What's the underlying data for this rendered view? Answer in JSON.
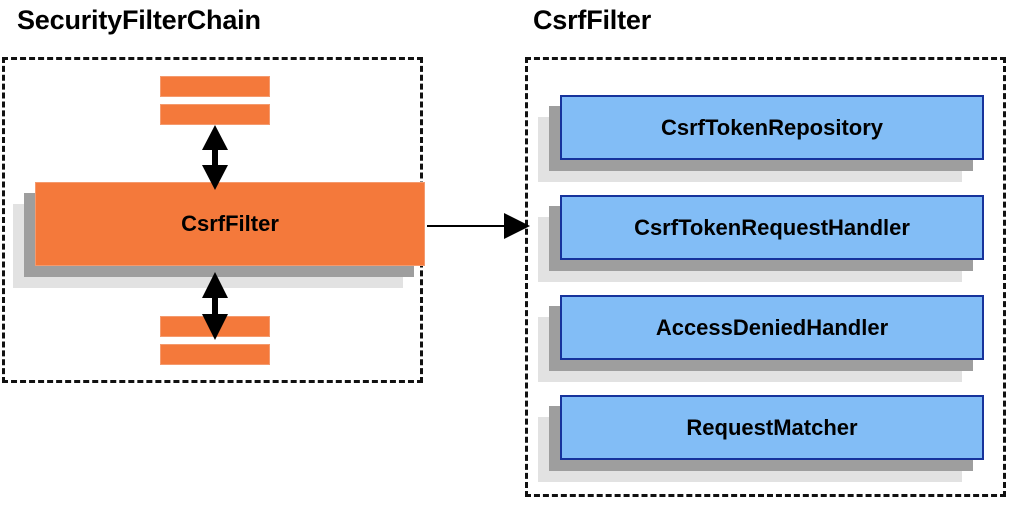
{
  "diagram": {
    "title_left": "SecurityFilterChain",
    "title_right": "CsrfFilter",
    "colors": {
      "orange_fill": "#F4793B",
      "orange_border": "#F49A6E",
      "blue_fill": "#82BDF6",
      "blue_border": "#17339C",
      "shadow_dark": "#9E9E9E",
      "shadow_light": "#E2E2E2",
      "panel_border": "#111111",
      "arrow": "#000000",
      "text": "#000000",
      "background": "#FFFFFF"
    }
  },
  "left_panel": {
    "title": "SecurityFilterChain",
    "upper_bars": [
      {
        "name": "filter-bar-upper-1"
      },
      {
        "name": "filter-bar-upper-2"
      }
    ],
    "focus_box": {
      "label": "CsrfFilter"
    },
    "lower_bars": [
      {
        "name": "filter-bar-lower-1"
      },
      {
        "name": "filter-bar-lower-2"
      }
    ],
    "arrows": [
      {
        "name": "arrow-up-down-above-csrffilter",
        "type": "double-headed",
        "orientation": "vertical"
      },
      {
        "name": "arrow-up-down-below-csrffilter",
        "type": "double-headed",
        "orientation": "vertical"
      }
    ]
  },
  "connector": {
    "name": "arrow-csrffilter-to-detail",
    "type": "single-headed",
    "orientation": "horizontal"
  },
  "right_panel": {
    "title": "CsrfFilter",
    "collaborators": [
      {
        "label": "CsrfTokenRepository"
      },
      {
        "label": "CsrfTokenRequestHandler"
      },
      {
        "label": "AccessDeniedHandler"
      },
      {
        "label": "RequestMatcher"
      }
    ]
  }
}
